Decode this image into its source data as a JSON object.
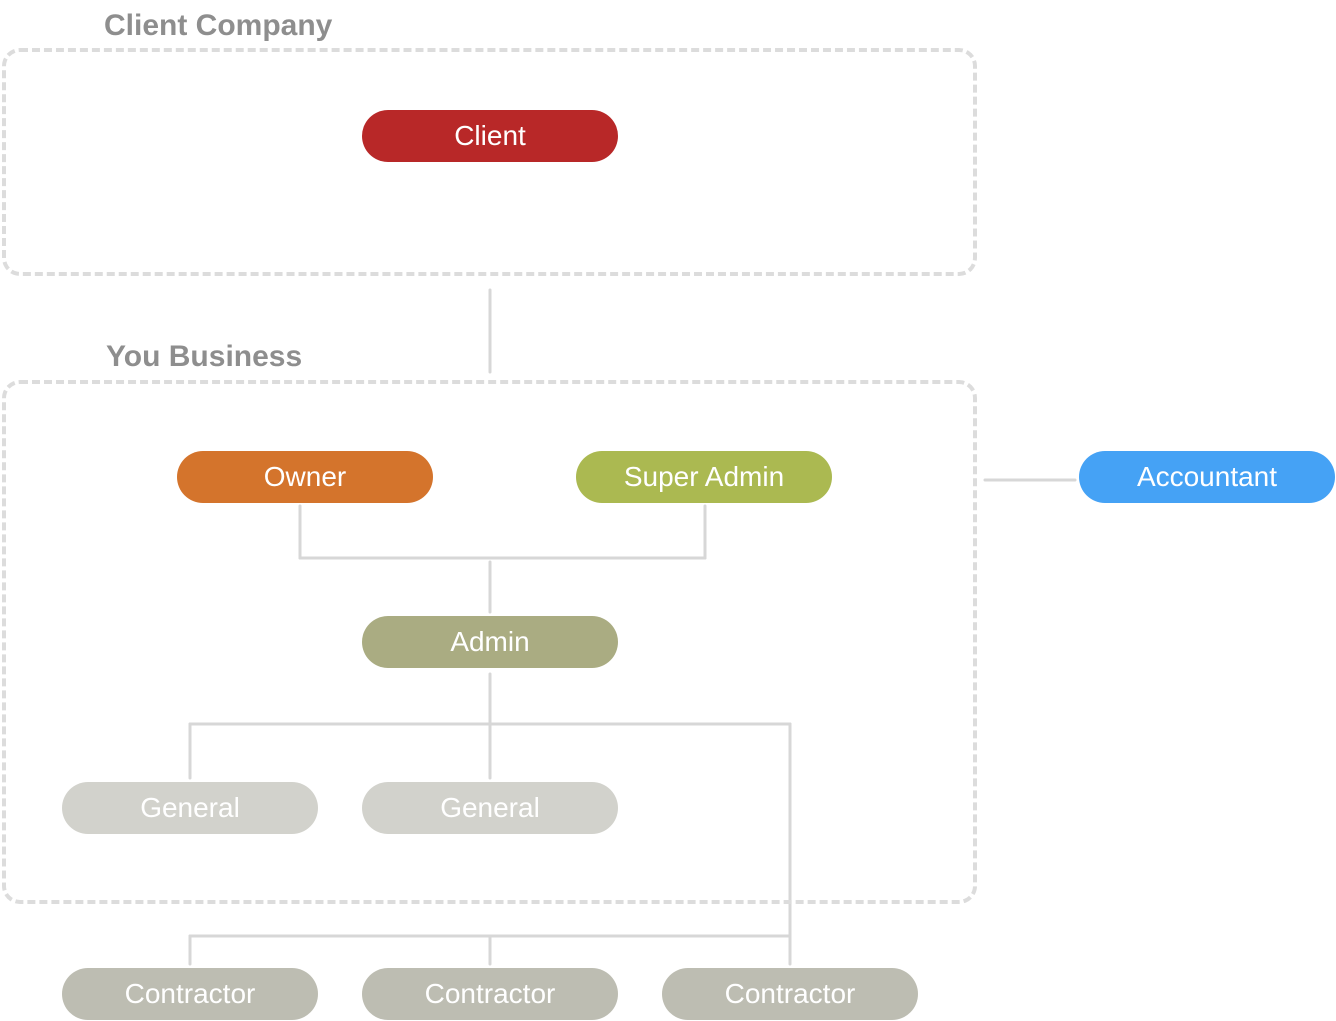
{
  "groups": {
    "client_company": {
      "title": "Client Company"
    },
    "you_business": {
      "title": "You Business"
    }
  },
  "nodes": {
    "client": {
      "label": "Client",
      "color": "#b82828"
    },
    "owner": {
      "label": "Owner",
      "color": "#d4742c"
    },
    "super_admin": {
      "label": "Super Admin",
      "color": "#abb951"
    },
    "accountant": {
      "label": "Accountant",
      "color": "#45a2f5"
    },
    "admin": {
      "label": "Admin",
      "color": "#aaac82"
    },
    "general_1": {
      "label": "General",
      "color": "#d2d2cc"
    },
    "general_2": {
      "label": "General",
      "color": "#d2d2cc"
    },
    "contractor_1": {
      "label": "Contractor",
      "color": "#bdbdb2"
    },
    "contractor_2": {
      "label": "Contractor",
      "color": "#bdbdb2"
    },
    "contractor_3": {
      "label": "Contractor",
      "color": "#bdbdb2"
    }
  },
  "connector_color": "#d7d7d7"
}
